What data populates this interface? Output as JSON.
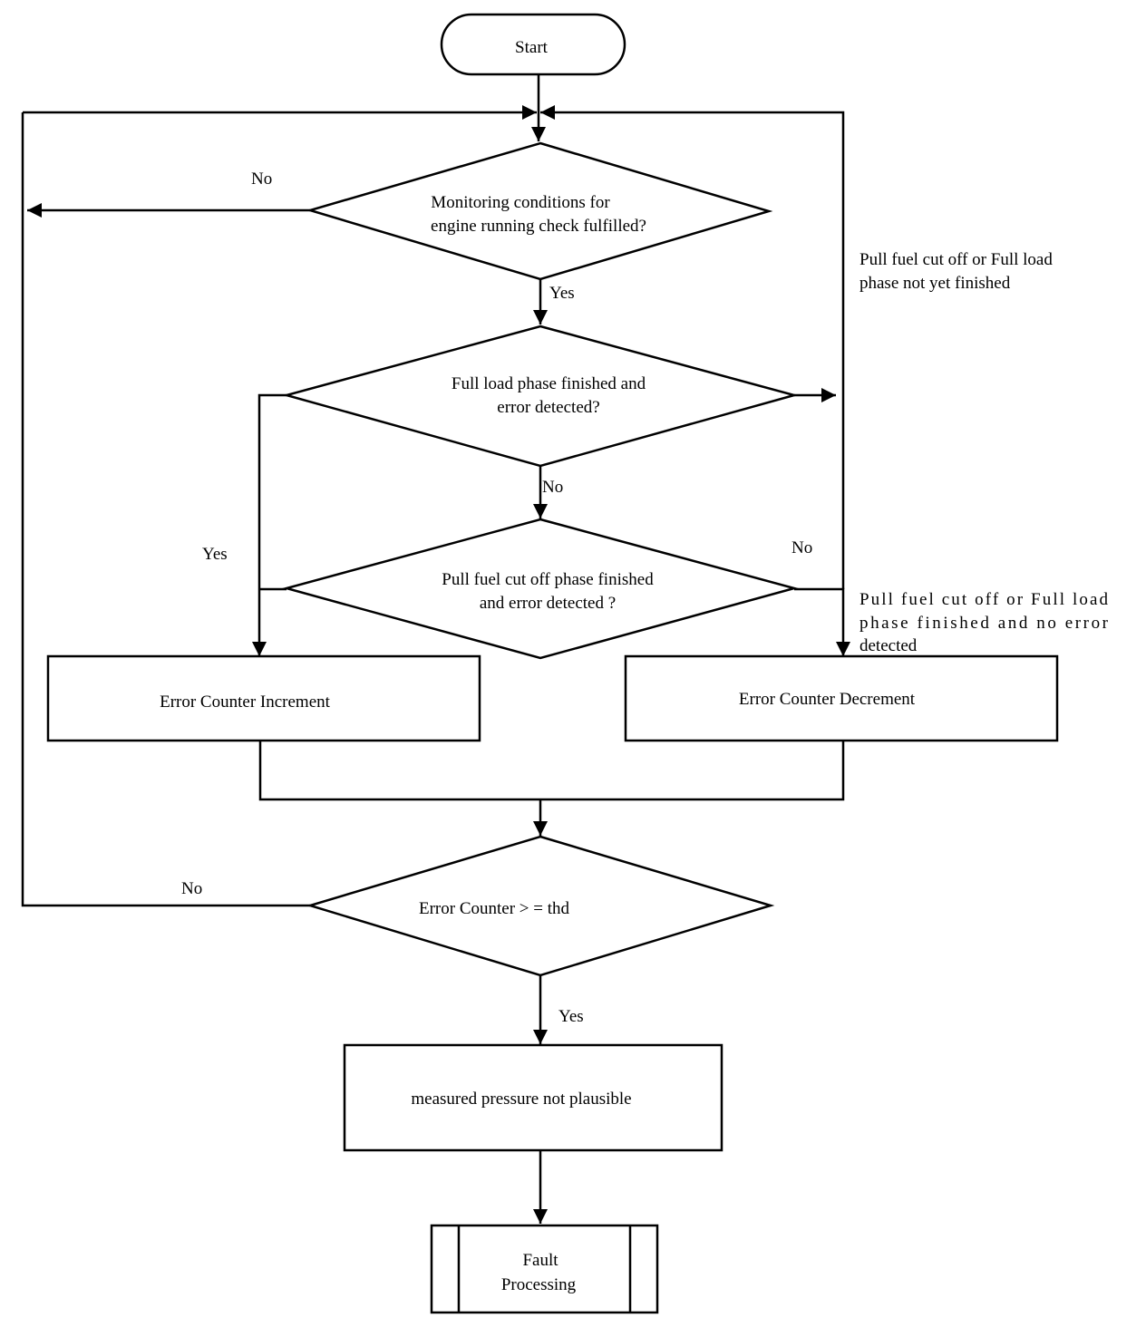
{
  "start": "Start",
  "decision_monitoring": {
    "line1": "Monitoring  conditions for",
    "line2": "engine running check fulfilled?"
  },
  "decision_full_load": {
    "line1": "Full load phase finished and",
    "line2": "error detected?"
  },
  "decision_pull_fuel": {
    "line1": "Pull fuel cut off phase finished",
    "line2": "and error detected ?"
  },
  "process_increment": "Error Counter Increment",
  "process_decrement": "Error Counter Decrement",
  "decision_threshold": "Error Counter > = thd",
  "process_not_plausible": "measured pressure not plausible",
  "subprocess_fault": {
    "line1": "Fault",
    "line2": "Processing"
  },
  "edge_labels": {
    "monitoring_no": "No",
    "monitoring_yes": "Yes",
    "full_load_no": "No",
    "yes_to_increment": "Yes",
    "pull_fuel_no": "No",
    "threshold_no": "No",
    "threshold_yes": "Yes"
  },
  "annotations": {
    "not_finished_line1": "Pull fuel cut off or Full load",
    "not_finished_line2": "phase not yet finished",
    "no_error_line1": "Pull fuel cut off or Full load",
    "no_error_line2": "phase finished and no error",
    "no_error_line3": "detected"
  }
}
